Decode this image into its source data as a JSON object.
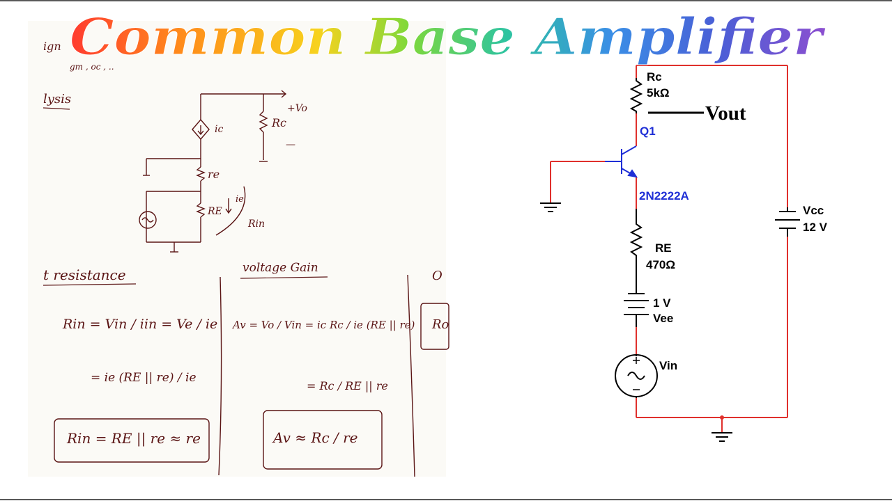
{
  "title": {
    "text": "Common Base Amplifier",
    "gradient": [
      "#ff3b30",
      "#ff8c1a",
      "#f7d21e",
      "#7fd83a",
      "#2ec4a0",
      "#3a8ee6",
      "#4a5fd6",
      "#8a4fd0"
    ]
  },
  "notes": {
    "corner_top": "ign",
    "corner_sub": "gm , oc , ..",
    "analysis": "lysis",
    "circuit_vo": "+Vo",
    "circuit_ic": "ic",
    "circuit_rc": "Rc",
    "circuit_minus": "—",
    "circuit_re_small": "re",
    "circuit_RE": "RE",
    "circuit_ie": "ie",
    "circuit_rin": "Rin",
    "input_resistance_heading": "t resistance",
    "voltage_gain_heading": "voltage Gain",
    "output_heading": "O",
    "rin_eq1": "Rin = Vin / iin = Ve / ie",
    "rin_eq2": "= ie (RE || re) / ie",
    "rin_result": "Rin = RE || re ≈ re",
    "av_eq1": "Av = Vo / Vin = ic Rc / ie (RE || re)",
    "av_eq2": "= Rc / RE || re",
    "av_result": "Av ≈ Rc / re",
    "ro_box": "Ro"
  },
  "schematic": {
    "rc_name": "Rc",
    "rc_value": "5kΩ",
    "vout": "Vout",
    "q1_name": "Q1",
    "q1_part": "2N2222A",
    "re_name": "RE",
    "re_value": "470Ω",
    "vee_value": "1 V",
    "vee_name": "Vee",
    "vin_name": "Vin",
    "vcc_name": "Vcc",
    "vcc_value": "12 V",
    "wire_color": "#e0302c",
    "component_color": "#000000",
    "label_blue": "#1f2fd6"
  }
}
